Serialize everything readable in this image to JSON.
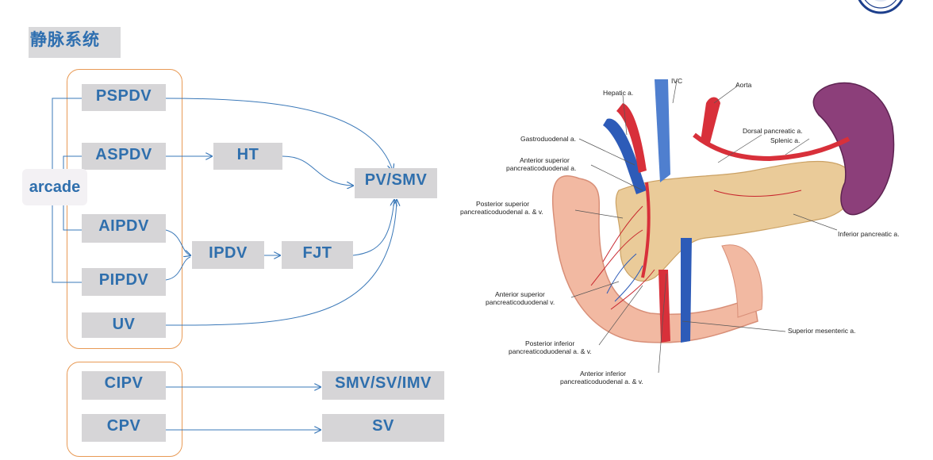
{
  "title": "静脉系统",
  "group_a": {
    "nodes": [
      "PSPDV",
      "ASPDV",
      "AIPDV",
      "PIPDV",
      "UV"
    ]
  },
  "arcade_label": "arcade",
  "intermediate": {
    "ht": "HT",
    "ipdv": "IPDV",
    "fjt": "FJT",
    "pv_smv": "PV/SMV"
  },
  "group_b": {
    "cipv": "CIPV",
    "cpv": "CPV",
    "smv_sv_imv": "SMV/SV/IMV",
    "sv": "SV"
  },
  "anatomy_labels": {
    "hepatic": "Hepatic a.",
    "ivc": "IVC",
    "aorta": "Aorta",
    "gastroduodenal": "Gastroduodenal a.",
    "dorsal_pancreatic": "Dorsal pancreatic a.",
    "splenic": "Splenic a.",
    "aspd_a_l1": "Anterior superior",
    "aspd_a_l2": "pancreaticoduodenal a.",
    "pspd_l1": "Posterior superior",
    "pspd_l2": "pancreaticoduodenal a. & v.",
    "inferior_pancreatic": "Inferior pancreatic a.",
    "aspd_v_l1": "Anterior superior",
    "aspd_v_l2": "pancreaticoduodenal v.",
    "sma": "Superior mesenteric a.",
    "pipd_l1": "Posterior inferior",
    "pipd_l2": "pancreaticoduodenal a. & v.",
    "aipd_l1": "Anterior inferior",
    "aipd_l2": "pancreaticoduodenal a. & v."
  },
  "colors": {
    "node_fill": "#d6d5d7",
    "node_text": "#2f6fad",
    "frame": "#e89a55",
    "arrow": "#3a78b8"
  }
}
